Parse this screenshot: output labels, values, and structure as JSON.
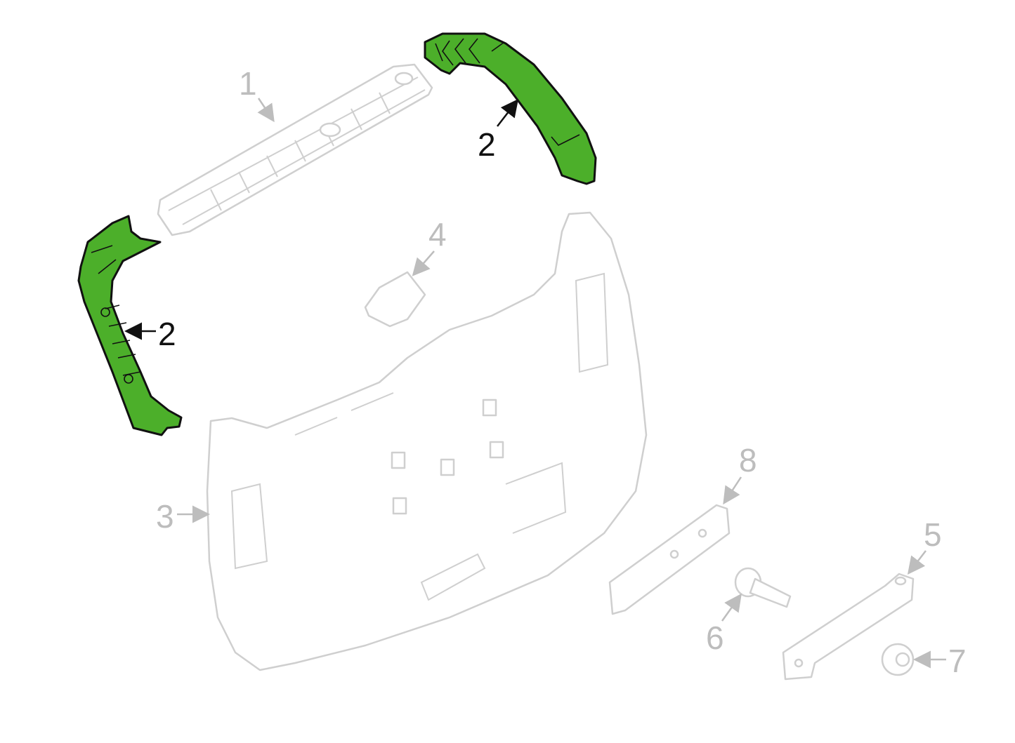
{
  "diagram": {
    "callouts": [
      {
        "id": "1",
        "label": "1",
        "highlighted": false
      },
      {
        "id": "2a",
        "label": "2",
        "highlighted": true
      },
      {
        "id": "2b",
        "label": "2",
        "highlighted": true
      },
      {
        "id": "3",
        "label": "3",
        "highlighted": false
      },
      {
        "id": "4",
        "label": "4",
        "highlighted": false
      },
      {
        "id": "5",
        "label": "5",
        "highlighted": false
      },
      {
        "id": "6",
        "label": "6",
        "highlighted": false
      },
      {
        "id": "7",
        "label": "7",
        "highlighted": false
      },
      {
        "id": "8",
        "label": "8",
        "highlighted": false
      }
    ],
    "colors": {
      "highlight": "#4caf2a",
      "ghost": "#cfcfcf",
      "outline": "#111111"
    }
  }
}
